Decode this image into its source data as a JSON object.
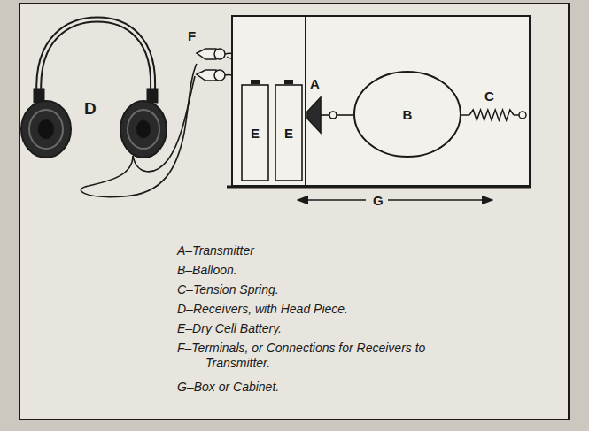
{
  "diagram": {
    "nodes": [
      {
        "text": [
          "E"
        ]
      },
      {
        "text": [
          "E"
        ]
      },
      {
        "text": [
          "B"
        ]
      }
    ],
    "labels": [
      "F",
      "D",
      "A",
      "C",
      "G",
      "A–Transmitter",
      "B–Balloon.",
      "C–Tension Spring.",
      "D–Receivers, with Head Piece.",
      "E–Dry Cell Battery.",
      "F–Terminals, or Connections for Receivers to Transmitter.",
      "G–Box or Cabinet."
    ]
  }
}
